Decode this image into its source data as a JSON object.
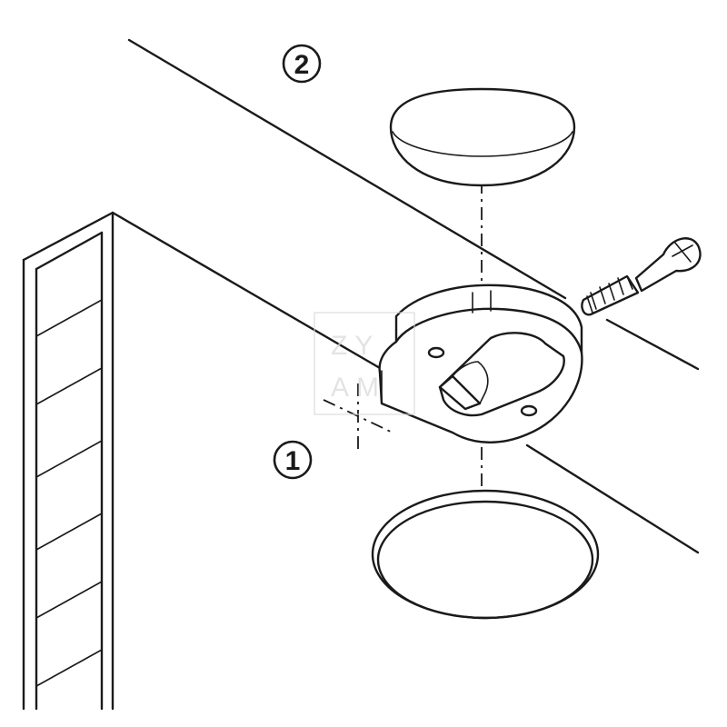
{
  "diagram": {
    "steps": [
      {
        "label": "1"
      },
      {
        "label": "2"
      }
    ],
    "watermark": {
      "line1": "ZY",
      "line2": "AM"
    },
    "colors": {
      "stroke": "#1a1a1a",
      "background": "#ffffff"
    },
    "icons": [
      "screw-icon",
      "cover-cap-icon",
      "mounting-plate-icon",
      "bottom-disc-icon"
    ]
  }
}
